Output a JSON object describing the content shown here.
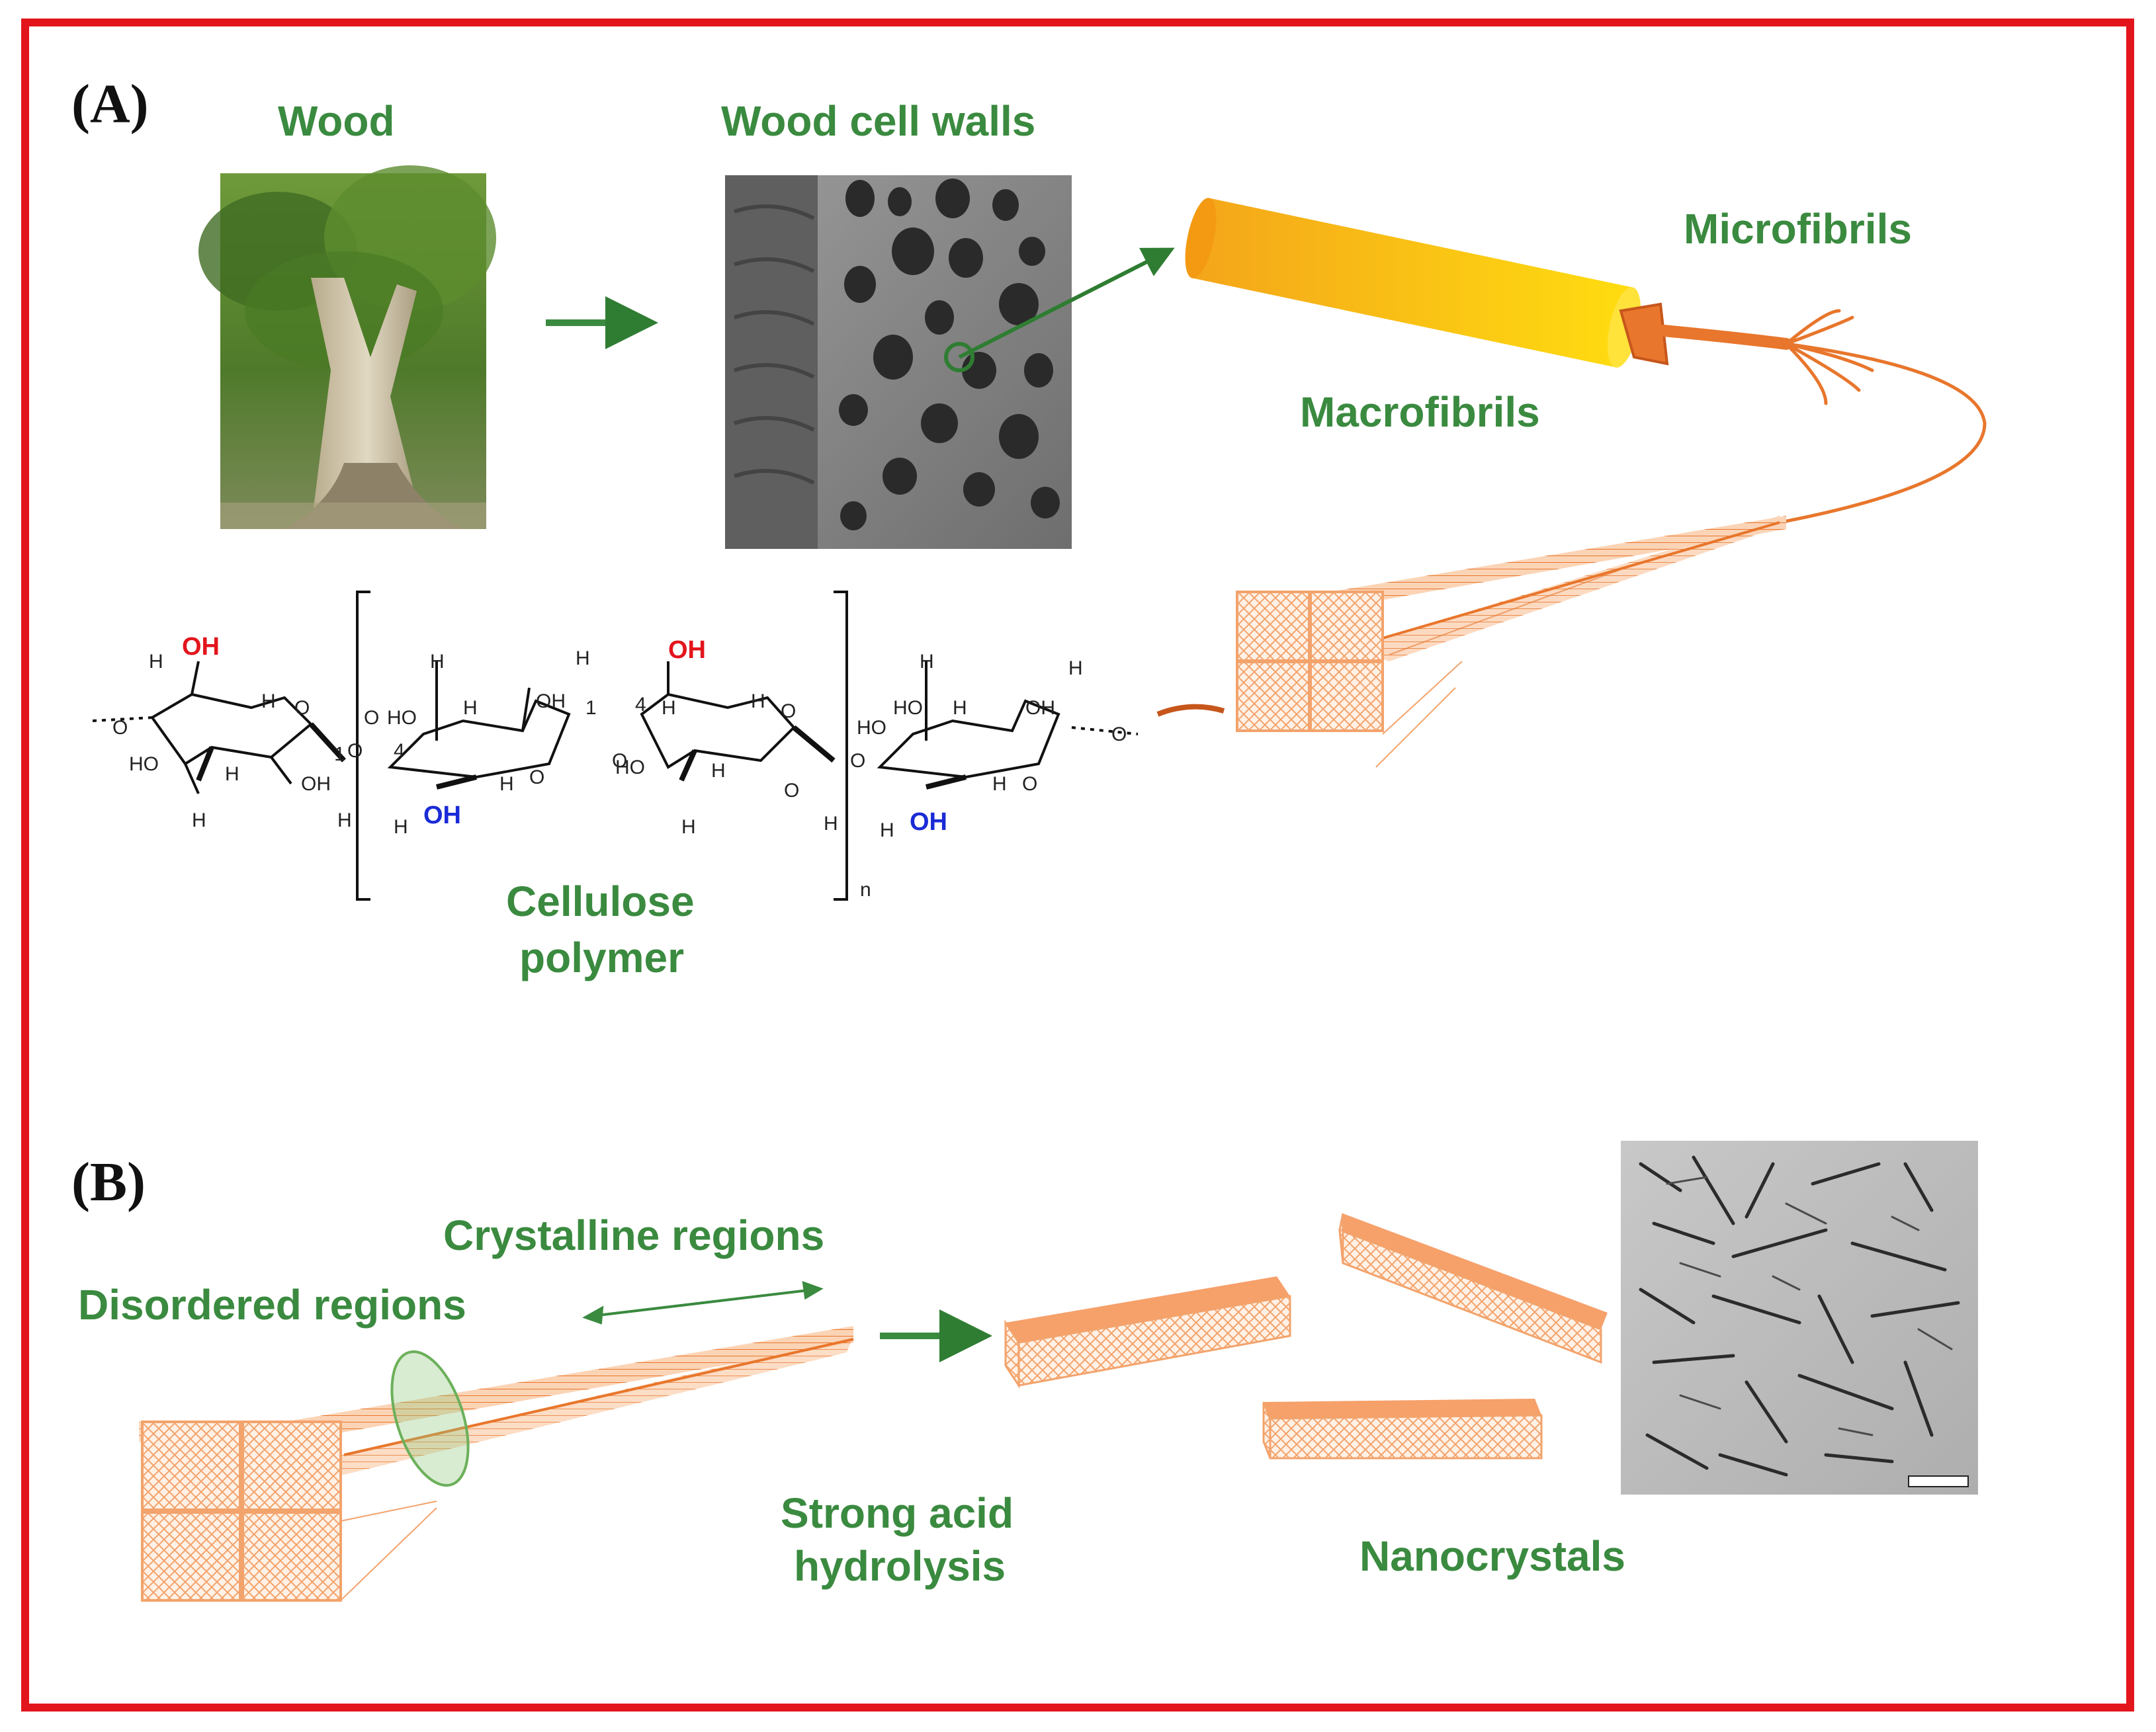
{
  "panel_a": {
    "tag": "(A)",
    "wood_label": "Wood",
    "cell_walls_label": "Wood cell walls",
    "microfibrils_label": "Microfibrils",
    "macrofibrils_label": "Macrofibrils",
    "cellulose_label_line1": "Cellulose",
    "cellulose_label_line2": "polymer",
    "chem": {
      "oh": "OH",
      "ho": "HO",
      "h": "H",
      "o": "O",
      "n": "n",
      "c1": "1",
      "c4": "4"
    }
  },
  "panel_b": {
    "tag": "(B)",
    "crystalline_label": "Crystalline regions",
    "disordered_label": "Disordered regions",
    "hydrolysis_line1": "Strong acid",
    "hydrolysis_line2": "hydrolysis",
    "nanocrystals_label": "Nanocrystals"
  },
  "colors": {
    "border": "#e3151c",
    "label_green": "#3a8a3f",
    "fiber_orange": "#e8762c",
    "bundle_fill": "#fde3cf",
    "macrofibril_yellow": "#f6b91a",
    "oh_red": "#e3151c",
    "oh_blue": "#1a2bd6"
  }
}
